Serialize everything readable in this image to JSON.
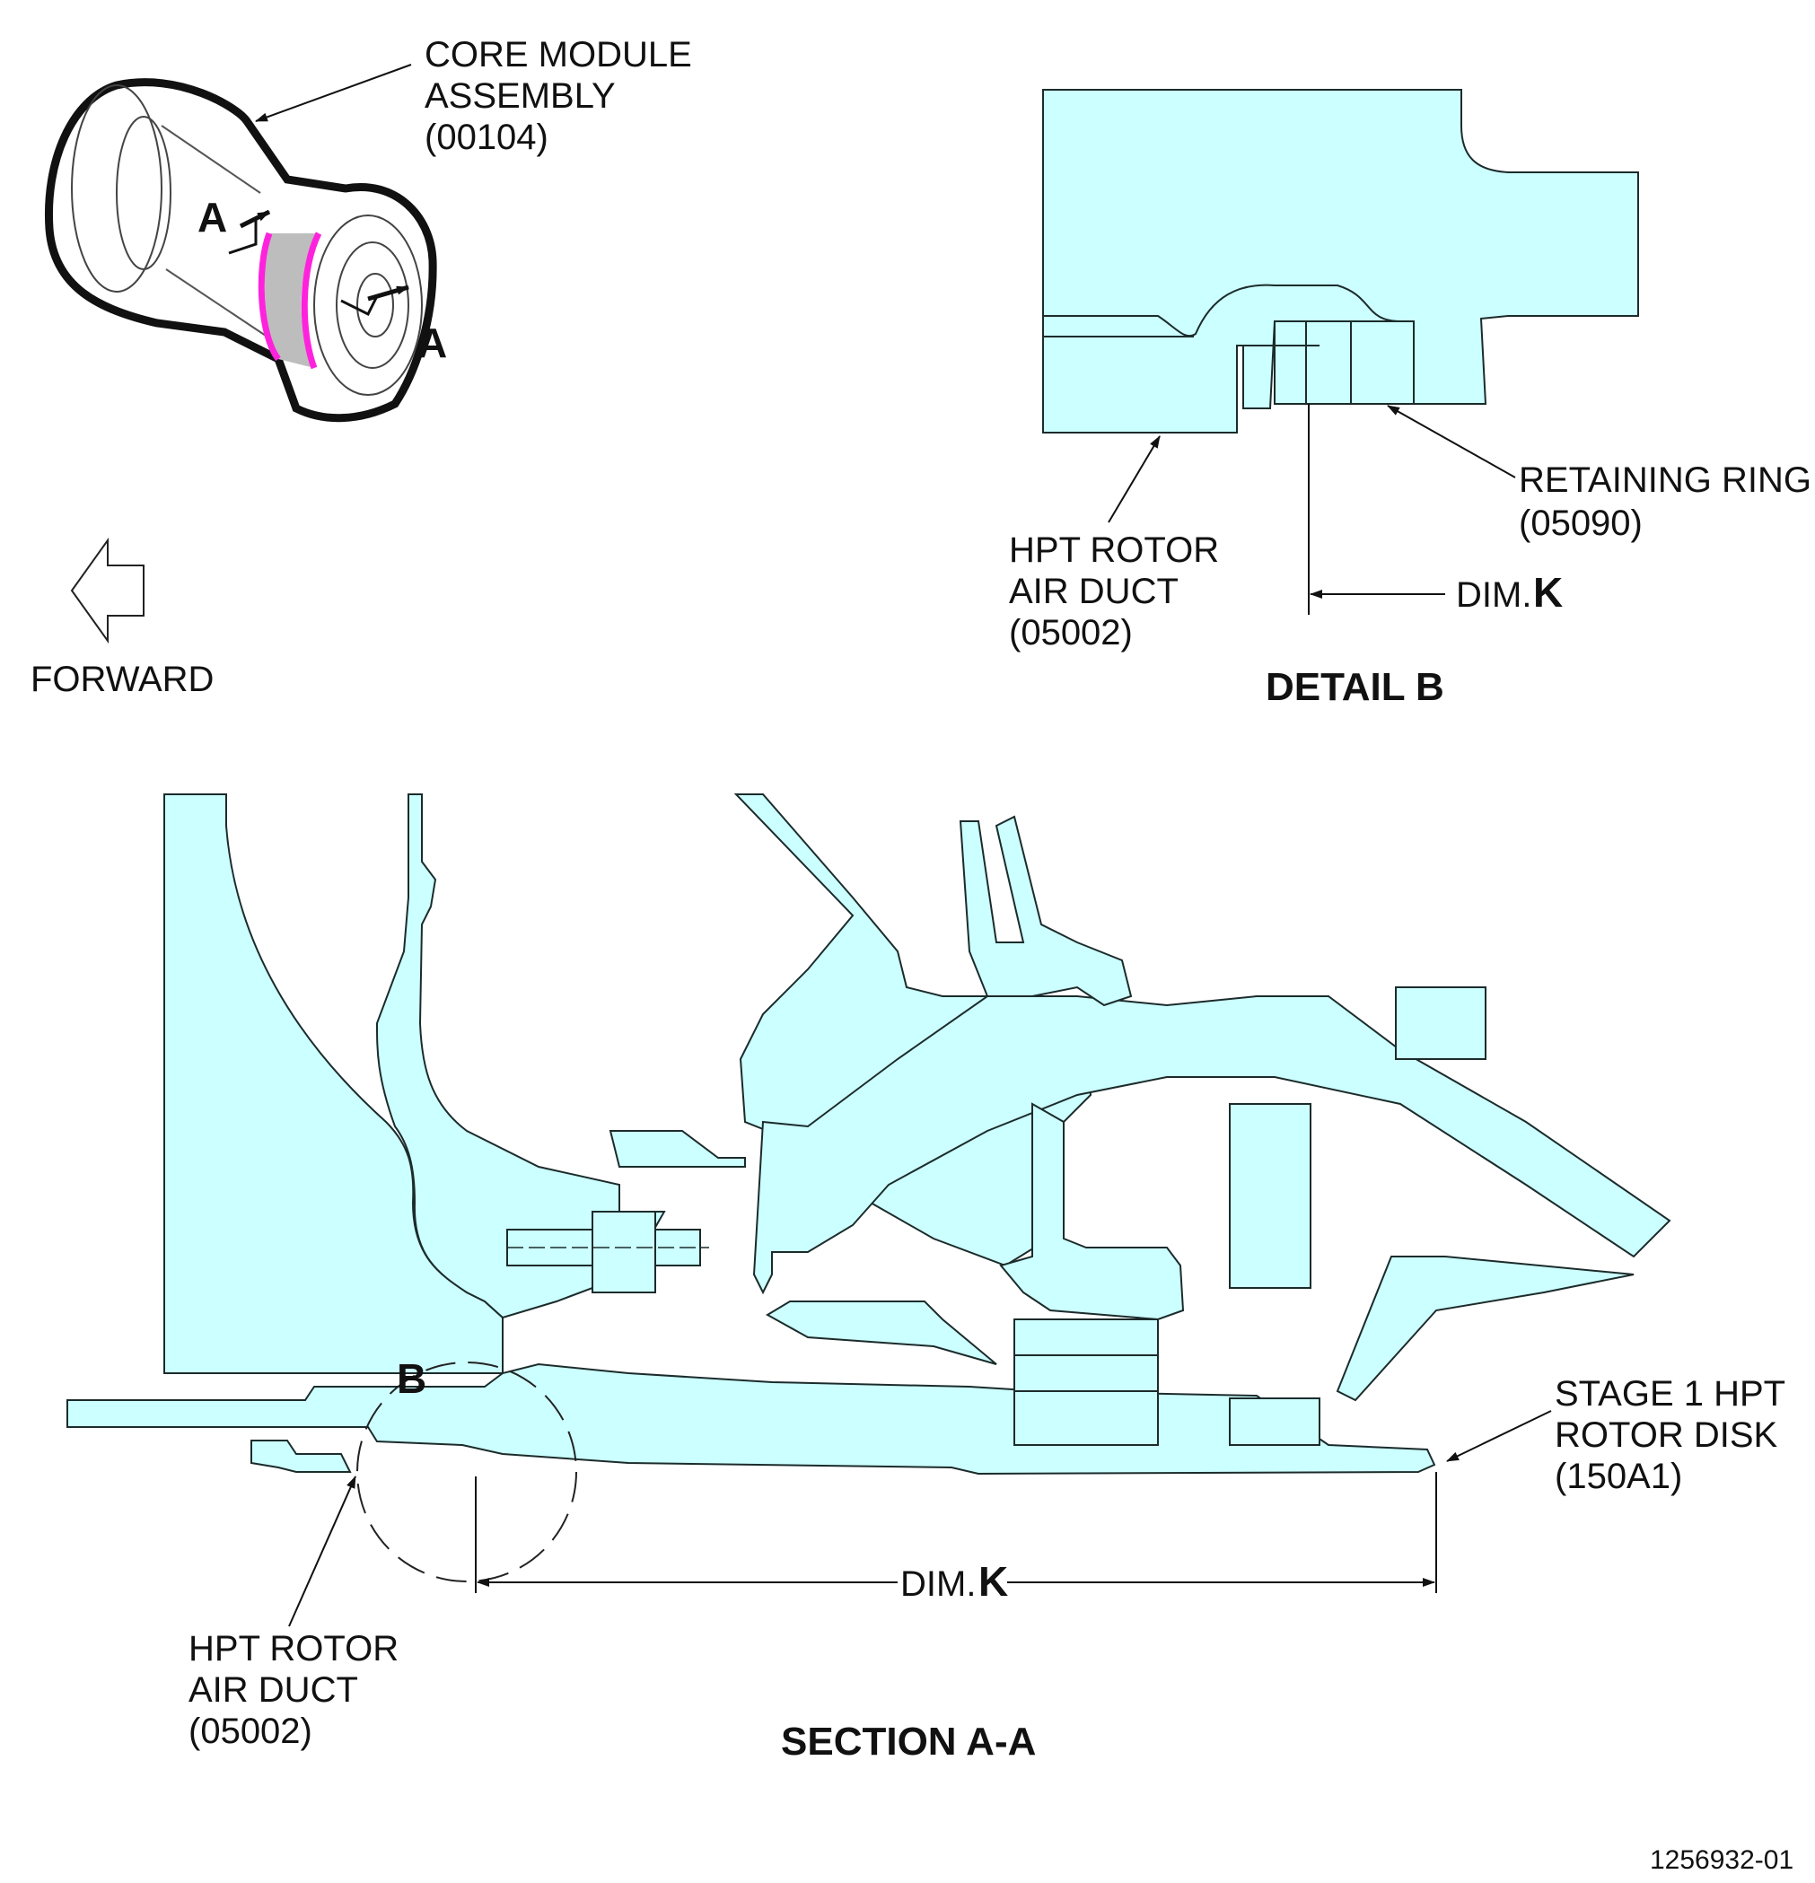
{
  "colors": {
    "part_fill": "#ccffff",
    "outline": "#1c2b2b",
    "highlight": "#ff22dd",
    "band": "#bdbdbd"
  },
  "isometric": {
    "core_module_label": [
      "CORE MODULE",
      "ASSEMBLY",
      "(00104)"
    ],
    "section_marker": "A"
  },
  "forward": {
    "label": "FORWARD",
    "icon": "forward-arrow-icon"
  },
  "detail_b": {
    "title": "DETAIL B",
    "air_duct_label": [
      "HPT ROTOR",
      "AIR DUCT",
      "(05002)"
    ],
    "retaining_ring_label": [
      "RETAINING RING",
      "(05090)"
    ],
    "dim_prefix": "DIM.",
    "dim_letter": "K"
  },
  "section_aa": {
    "title": "SECTION A-A",
    "detail_marker": "B",
    "air_duct_label": [
      "HPT ROTOR",
      "AIR DUCT",
      "(05002)"
    ],
    "rotor_disk_label": [
      "STAGE 1 HPT",
      "ROTOR DISK",
      "(150A1)"
    ],
    "dim_prefix": "DIM.",
    "dim_letter": "K"
  },
  "figure_number": "1256932-01"
}
